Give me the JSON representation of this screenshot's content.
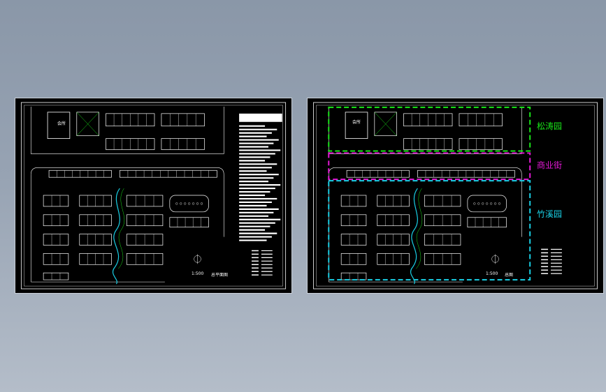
{
  "left_drawing": {
    "building_label": "会所",
    "scale_text": "1:500",
    "sheet_title": "总平面图"
  },
  "right_drawing": {
    "building_label": "会所",
    "scale_text": "1:500",
    "sheet_title": "总图",
    "zones": [
      {
        "name": "松涛园",
        "color": "#19e619"
      },
      {
        "name": "商业街",
        "color": "#e619d8"
      },
      {
        "name": "竹溪园",
        "color": "#19d0e6"
      }
    ]
  },
  "colors": {
    "background": "#000000",
    "linework": "#ffffff",
    "green": "#19e619",
    "magenta": "#e619d8",
    "cyan": "#19d0e6"
  }
}
